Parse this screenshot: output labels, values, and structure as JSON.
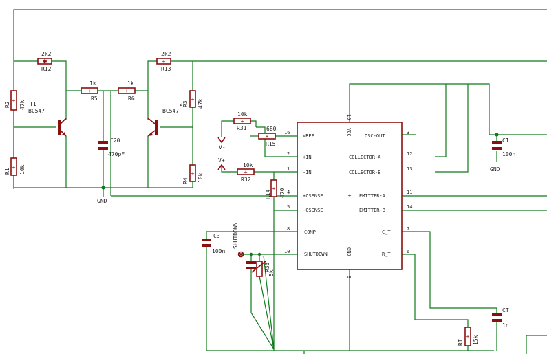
{
  "colors": {
    "wire": "#0f7a1c",
    "component": "#8a1010",
    "text": "#222222",
    "background": "#ffffff"
  },
  "components": {
    "r12": {
      "name": "R12",
      "value": "2k2"
    },
    "r13": {
      "name": "R13",
      "value": "2k2"
    },
    "r5": {
      "name": "R5",
      "value": "1k"
    },
    "r6": {
      "name": "R6",
      "value": "1k"
    },
    "r2": {
      "name": "R2",
      "value": "47k"
    },
    "r1": {
      "name": "R1",
      "value": "10k"
    },
    "r3": {
      "name": "R3",
      "value": "47k"
    },
    "r4": {
      "name": "R4",
      "value": "10k"
    },
    "t1": {
      "name": "T1",
      "value": "BC547"
    },
    "t2": {
      "name": "T2",
      "value": "BC547"
    },
    "c20": {
      "name": "C20",
      "value": "470pF"
    },
    "r31": {
      "name": "R31",
      "value": "10k"
    },
    "r15": {
      "name": "R15",
      "value": "680"
    },
    "r32": {
      "name": "R32",
      "value": "10k"
    },
    "r14": {
      "name": "R14",
      "value": "470"
    },
    "c1": {
      "name": "C1",
      "value": "100n"
    },
    "c3": {
      "name": "C3",
      "value": "100n"
    },
    "ct": {
      "name": "CT",
      "value": "1n"
    },
    "rt": {
      "name": "RT",
      "value": "15k"
    },
    "r33": {
      "name": "R33",
      "value": "5k"
    }
  },
  "labels": {
    "gnd_left": "GND",
    "gnd_right": "GND",
    "v_minus": "V-",
    "v_plus": "V+",
    "shutdown": "SHUTDOWN"
  },
  "ic": {
    "pins_left": [
      {
        "num": "16",
        "name": "VREF"
      },
      {
        "num": "2",
        "name": "+IN"
      },
      {
        "num": "1",
        "name": "-IN"
      },
      {
        "num": "4",
        "name": "+CSENSE"
      },
      {
        "num": "5",
        "name": "-CSENSE"
      },
      {
        "num": "8",
        "name": "COMP"
      },
      {
        "num": "10",
        "name": "SHUTDOWN"
      }
    ],
    "pins_right": [
      {
        "num": "3",
        "name": "OSC-OUT"
      },
      {
        "num": "12",
        "name": "COLLECTOR-A"
      },
      {
        "num": "13",
        "name": "COLLECTOR-B"
      },
      {
        "num": "11",
        "name": "EMITTER-A"
      },
      {
        "num": "14",
        "name": "EMITTER-B"
      },
      {
        "num": "7",
        "name": "C_T"
      },
      {
        "num": "6",
        "name": "R_T"
      }
    ],
    "vcc": {
      "num": "15",
      "name": "VCC"
    },
    "gnd": {
      "num": "9",
      "name": "GND"
    }
  }
}
